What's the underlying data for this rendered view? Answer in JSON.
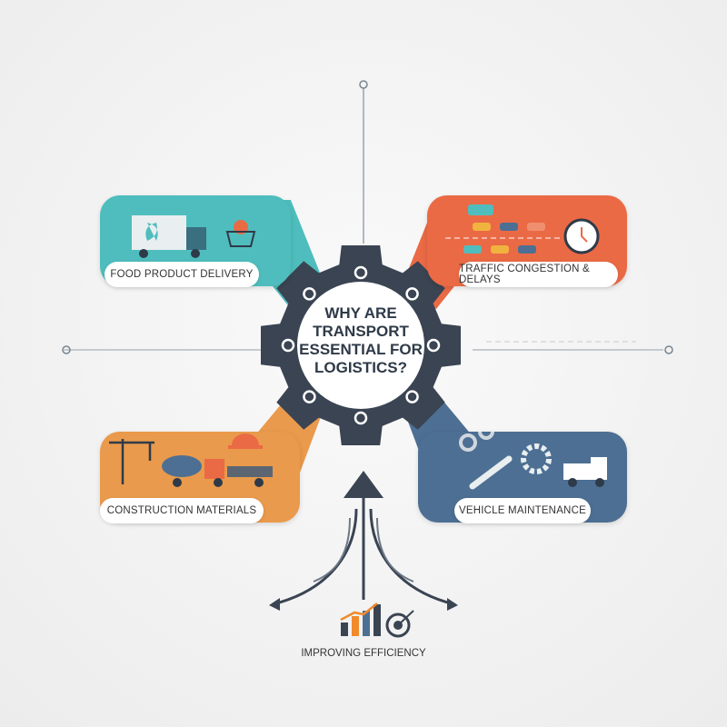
{
  "title": "WHY ARE TRANSPORT ESSENTIAL FOR LOGISTICS?",
  "segments": [
    {
      "label": "FOOD PRODUCT DELIVERY",
      "color": "#4fbdbd",
      "icon": "delivery-truck-icon"
    },
    {
      "label": "TRAFFIC CONGESTION & DELAYS",
      "color": "#ea6a45",
      "icon": "traffic-clock-icon"
    },
    {
      "label": "CONSTRUCTION MATERIALS",
      "color": "#e99a4c",
      "icon": "crane-mixer-icon"
    },
    {
      "label": "VEHICLE MAINTENANCE",
      "color": "#4d6f93",
      "icon": "wrench-gear-icon"
    }
  ],
  "bottom": {
    "label": "IMPROVING EFFICIENCY",
    "icon": "growth-chart-target-icon"
  },
  "colors": {
    "gear": "#3a4452",
    "accent_orange": "#f08a2c"
  }
}
